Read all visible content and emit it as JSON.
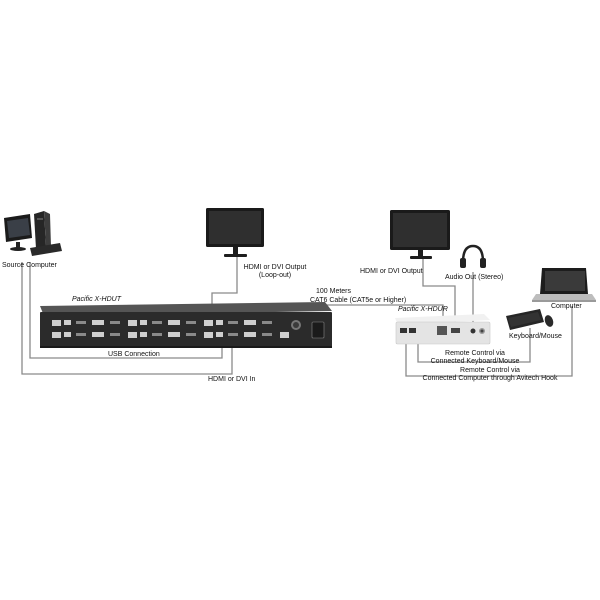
{
  "devices": {
    "transmitter": "Pacific X-HDUT",
    "receiver": "Pacific X-HDUR"
  },
  "labels": {
    "source_computer": "Source Computer",
    "hdmi_loop_out_line1": "HDMI or DVI Output",
    "hdmi_loop_out_line2": "(Loop-out)",
    "hdmi_output_right": "HDMI or DVI Output",
    "audio_out_line1": "Audio Out (Stereo)",
    "computer": "Computer",
    "distance": "100 Meters",
    "cable": "CAT6 Cable (CAT5e or Higher)",
    "keyboard_mouse": "Keyboard/Mouse",
    "usb_connection": "USB Connection",
    "hdmi_in": "HDMI or DVI In",
    "remote_kbm_line1": "Remote Control via",
    "remote_kbm_line2": "Connected Keyboard/Mouse",
    "remote_hook_line1": "Remote Control via",
    "remote_hook_line2": "Connected Computer through Avitech Hook"
  },
  "colors": {
    "cable": "#8a8a8a",
    "transmitter_body": "#2b2b2b",
    "receiver_body": "#e4e4e4",
    "monitor_frame": "#1a1a1a",
    "monitor_screen": "#2f2f2f"
  }
}
